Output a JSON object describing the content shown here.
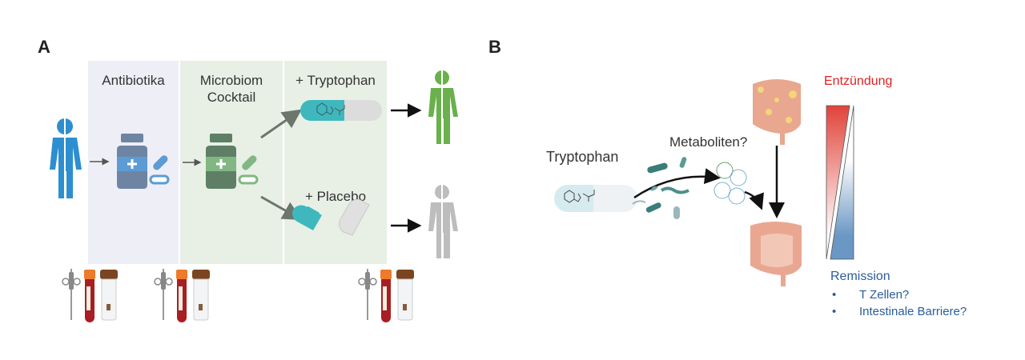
{
  "panel_a": {
    "label": "A",
    "columns": [
      {
        "title": "Antibiotika"
      },
      {
        "title_line1": "Microbiom",
        "title_line2": "Cocktail"
      },
      {
        "title": "+ Tryptophan"
      }
    ],
    "branch_placebo": "+ Placebo",
    "colors": {
      "antibiotics_bg": "#eeeef6",
      "microbiome_bg": "#e8f0e6",
      "treatment_bg": "#e8f0e6",
      "patient_start": "#2d8fd0",
      "patient_tryptophan": "#6ab04c",
      "patient_placebo": "#bdbdbd"
    },
    "sample_icons": [
      "syringe-icon",
      "blood-tube-icon",
      "stool-tube-icon"
    ]
  },
  "panel_b": {
    "label": "B",
    "tryptophan": "Tryptophan",
    "metabolites": "Metaboliten?",
    "inflammation": "Entzündung",
    "remission": "Remission",
    "bullets": [
      "T Zellen?",
      "Intestinale Barriere?"
    ],
    "bullet_char": "•",
    "colors": {
      "inflammation": "#e02020",
      "remission": "#2a5d9e",
      "gradient_red": "#e0433a",
      "gradient_blue": "#6a97c4"
    }
  }
}
